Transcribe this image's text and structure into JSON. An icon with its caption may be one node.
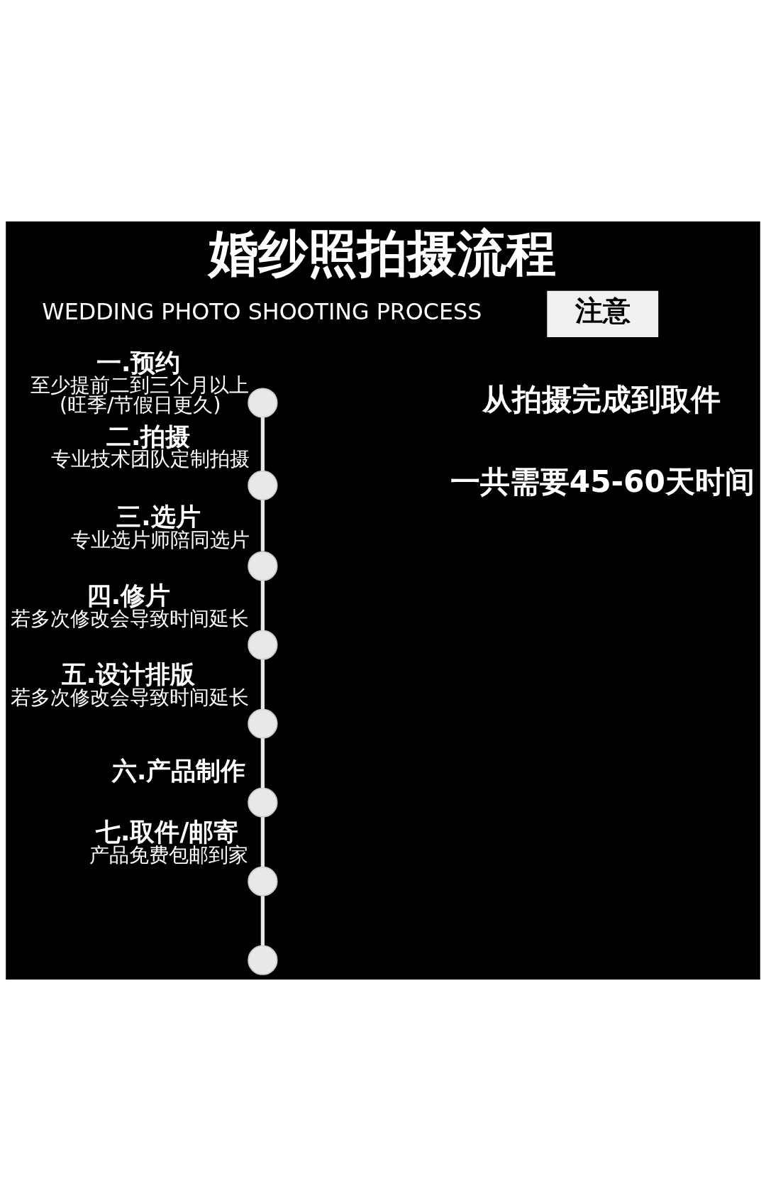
{
  "diagram": {
    "title": "婚纱照拍摄流程",
    "nodes": [
      {
        "text": [],
        "shape": "circle",
        "beside": [
          "一.预约",
          "至少提前二到三个月以上",
          "(旺季/节假日更久)"
        ]
      },
      {
        "text": [],
        "shape": "circle",
        "beside": [
          "二.拍摄",
          "专业技术团队定制拍摄"
        ]
      },
      {
        "text": [],
        "shape": "circle",
        "beside": [
          "三.选片",
          "专业选片师陪同选片"
        ]
      },
      {
        "text": [],
        "shape": "circle",
        "beside": [
          "四.修片",
          "若多次修改会导致时间延长"
        ]
      },
      {
        "text": [],
        "shape": "circle",
        "beside": [
          "五.设计排版",
          "若多次修改会导致时间延长"
        ]
      },
      {
        "text": [],
        "shape": "circle",
        "beside": [
          "六.产品制作"
        ]
      },
      {
        "text": [],
        "shape": "circle",
        "beside": [
          "七.取件/邮寄",
          "产品免费包邮到家"
        ]
      },
      {
        "text": [],
        "shape": "circle"
      },
      {
        "text": [
          "注意"
        ]
      }
    ],
    "edges": [
      {
        "from": 0,
        "to": 1,
        "arrow": "none"
      },
      {
        "from": 1,
        "to": 2,
        "arrow": "none"
      },
      {
        "from": 2,
        "to": 3,
        "arrow": "none"
      },
      {
        "from": 3,
        "to": 4,
        "arrow": "none"
      },
      {
        "from": 4,
        "to": 5,
        "arrow": "none"
      },
      {
        "from": 5,
        "to": 6,
        "arrow": "none"
      },
      {
        "from": 6,
        "to": 7,
        "arrow": "none"
      }
    ],
    "labels": [
      "WEDDING PHOTO SHOOTING PROCESS",
      "从拍摄完成到取件",
      "一共需要45-60天时间"
    ]
  }
}
